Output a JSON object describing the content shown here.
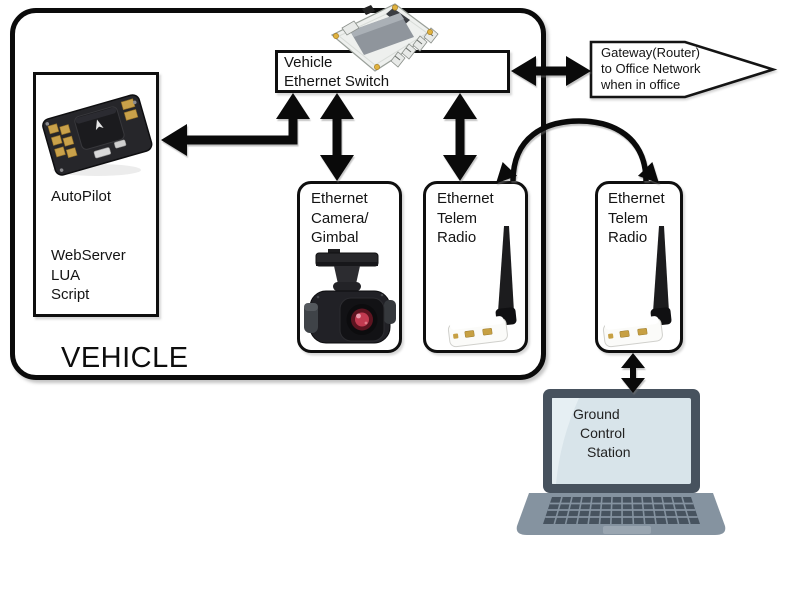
{
  "vehicle": {
    "label": "VEHICLE",
    "autopilot": {
      "title": "AutoPilot",
      "sub": [
        "WebServer",
        "LUA",
        "Script"
      ]
    },
    "switch": {
      "l1": "Vehicle",
      "l2": "Ethernet Switch"
    },
    "camera": {
      "l1": "Ethernet",
      "l2": "Camera/",
      "l3": "Gimbal"
    },
    "radio": {
      "l1": "Ethernet",
      "l2": "Telem",
      "l3": "Radio"
    }
  },
  "ground": {
    "gateway": {
      "l1": "Gateway(Router)",
      "l2": "to Office Network",
      "l3": "when in office"
    },
    "radio": {
      "l1": "Ethernet",
      "l2": "Telem",
      "l3": "Radio"
    },
    "gcs": {
      "l1": "Ground",
      "l2": "Control",
      "l3": "Station"
    }
  },
  "icons": {
    "switch_board_image": "ethernet-switch-pcb",
    "autopilot_image": "autopilot-flight-controller",
    "camera_image": "camera-gimbal",
    "antenna_image": "telemetry-antenna-usb-radio",
    "laptop_image": "laptop-computer"
  },
  "colors": {
    "diagram_line": "#0a0a0a",
    "box_background": "#ffffff",
    "laptop_bezel": "#47525e",
    "laptop_screen": "#d8e4ea",
    "laptop_base": "#8593a0",
    "laptop_keys": "#47535f",
    "camera_lens_accent": "#c23a50",
    "antenna_port_gold": "#c7a043",
    "pcb_chip_gray": "#8f959c"
  }
}
